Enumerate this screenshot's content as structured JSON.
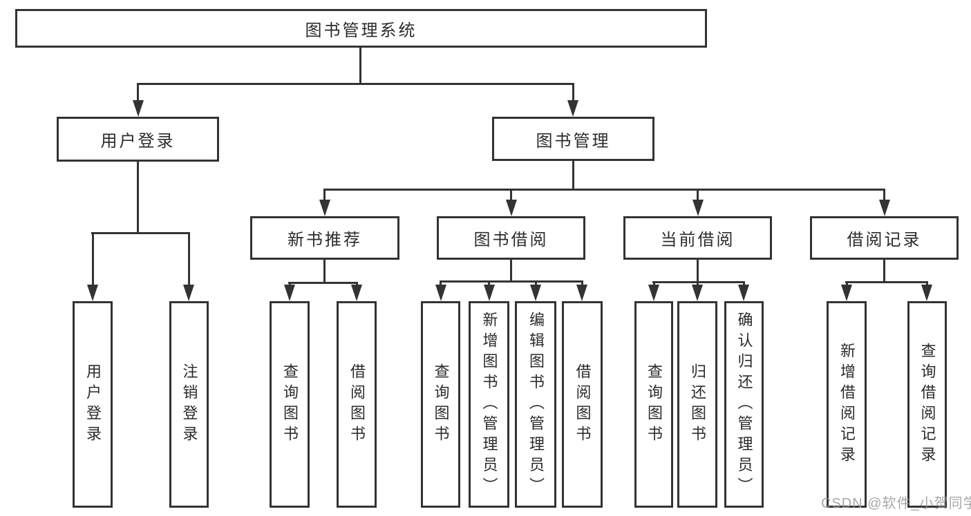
{
  "diagram_type": "functional-structure-tree",
  "tree": {
    "label": "图书管理系统",
    "children": [
      {
        "label": "用户登录",
        "children": [
          {
            "label": "用户登录"
          },
          {
            "label": "注销登录"
          }
        ]
      },
      {
        "label": "图书管理",
        "children": [
          {
            "label": "新书推荐",
            "children": [
              {
                "label": "查询图书"
              },
              {
                "label": "借阅图书"
              }
            ]
          },
          {
            "label": "图书借阅",
            "children": [
              {
                "label": "查询图书"
              },
              {
                "label": "新增图书（管理员）"
              },
              {
                "label": "编辑图书（管理员）"
              },
              {
                "label": "借阅图书"
              }
            ]
          },
          {
            "label": "当前借阅",
            "children": [
              {
                "label": "查询图书"
              },
              {
                "label": "归还图书"
              },
              {
                "label": "确认归还（管理员）"
              }
            ]
          },
          {
            "label": "借阅记录",
            "children": [
              {
                "label": "新增借阅记录"
              },
              {
                "label": "查询借阅记录"
              }
            ]
          }
        ]
      }
    ]
  },
  "watermark": "CSDN @软件_小贺同学",
  "colors": {
    "line": "#333333",
    "text": "#2b2b2b",
    "background": "#ffffff",
    "watermark": "#969696"
  }
}
